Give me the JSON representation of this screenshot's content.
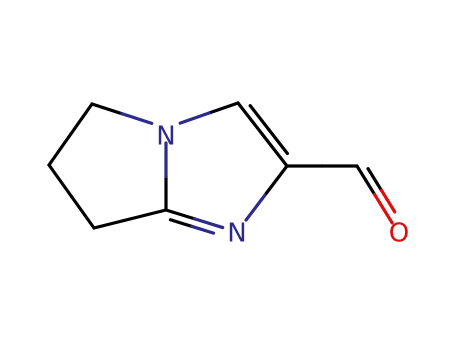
{
  "molecule": {
    "atoms": [
      {
        "id": "N1",
        "element": "N",
        "label": "N"
      },
      {
        "id": "N2",
        "element": "N",
        "label": "N"
      },
      {
        "id": "O1",
        "element": "O",
        "label": "O"
      },
      {
        "id": "C1",
        "element": "C"
      },
      {
        "id": "C2",
        "element": "C"
      },
      {
        "id": "C3",
        "element": "C"
      },
      {
        "id": "C4",
        "element": "C"
      },
      {
        "id": "C5",
        "element": "C"
      },
      {
        "id": "C6",
        "element": "C"
      },
      {
        "id": "C7",
        "element": "C"
      },
      {
        "id": "C8",
        "element": "C"
      }
    ],
    "bonds": [
      {
        "a": "C1",
        "b": "N1",
        "order": 1
      },
      {
        "a": "C1",
        "b": "C2",
        "order": 1
      },
      {
        "a": "C2",
        "b": "C3",
        "order": 1
      },
      {
        "a": "C3",
        "b": "C4",
        "order": 1
      },
      {
        "a": "C4",
        "b": "N1",
        "order": 1
      },
      {
        "a": "C4",
        "b": "N2",
        "order": 2
      },
      {
        "a": "N2",
        "b": "C6",
        "order": 1
      },
      {
        "a": "C6",
        "b": "C5",
        "order": 2
      },
      {
        "a": "C5",
        "b": "N1",
        "order": 1
      },
      {
        "a": "C6",
        "b": "C7",
        "order": 1
      },
      {
        "a": "C7",
        "b": "O1",
        "order": 2
      }
    ],
    "colors": {
      "bond": "#000000",
      "nitrogen": "#2e2a8c",
      "oxygen": "#d81010"
    }
  }
}
